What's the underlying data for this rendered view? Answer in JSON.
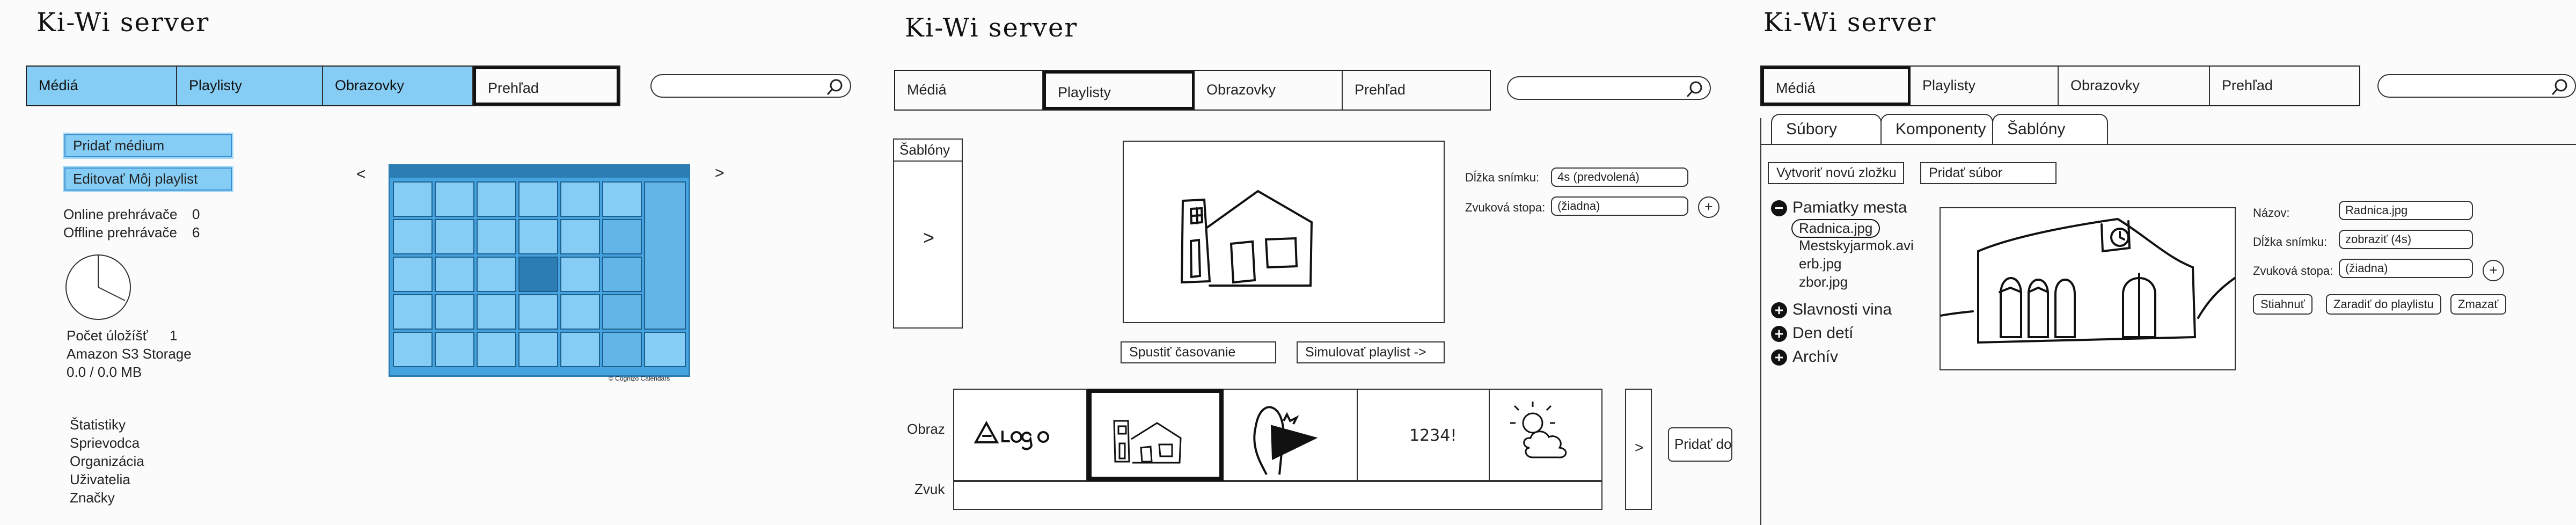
{
  "colors": {
    "accent": "#86cdf5",
    "calendar": "#45a3e0",
    "calendar_dark": "#2d7db5"
  },
  "panel1": {
    "logo": "Ki-Wi server",
    "tabs": [
      "Médiá",
      "Playlisty",
      "Obrazovky",
      "Prehľad"
    ],
    "buttons": [
      "Pridať médium",
      "Editovať Môj playlist"
    ],
    "stats": [
      {
        "label": "Online prehrávače",
        "value": "0"
      },
      {
        "label": "Offline prehrávače",
        "value": "6"
      }
    ],
    "storage": {
      "label": "Počet úložíšť",
      "count": "1",
      "provider": "Amazon S3 Storage",
      "usage": "0.0 / 0.0 MB"
    },
    "links": [
      "Štatistiky",
      "Sprievodca",
      "Organizácia",
      "Uživatelia",
      "Značky"
    ],
    "calendar_nav": {
      "prev": "<",
      "next": ">"
    },
    "calendar_credit": "© Cognizo Calendars"
  },
  "panel2": {
    "logo": "Ki-Wi server",
    "tabs": [
      "Médiá",
      "Playlisty",
      "Obrazovky",
      "Prehľad"
    ],
    "templates_title": "Šablóny",
    "templates_arrow": ">",
    "slide_length_label": "Dĺžka snímku:",
    "slide_length_value": "4s (predvolená)",
    "audio_label": "Zvuková stopa:",
    "audio_value": "(žiadna)",
    "plus": "+",
    "buttons": [
      "Spustiť časovanie",
      "Simulovať playlist ->"
    ],
    "timeline_image_label": "Obraz",
    "timeline_audio_label": "Zvuk",
    "timeline_text_item": "1234!",
    "timeline_arrow": ">",
    "add_button": "Pridať do"
  },
  "panel3": {
    "logo": "Ki-Wi server",
    "tabs": [
      "Médiá",
      "Playlisty",
      "Obrazovky",
      "Prehľad"
    ],
    "subtabs": [
      "Súbory",
      "Komponenty",
      "Šablóny"
    ],
    "buttons": [
      "Vytvoriť novú zložku",
      "Pridať súbor"
    ],
    "tree": {
      "open_folder": "Pamiatky mesta",
      "files": [
        "Radnica.jpg",
        "Mestskyjarmok.avi",
        "erb.jpg",
        "zbor.jpg"
      ],
      "closed_folders": [
        "Slavnosti vina",
        "Den detí",
        "Archív"
      ]
    },
    "details": {
      "name_label": "Názov:",
      "name_value": "Radnica.jpg",
      "length_label": "Dĺžka snímku:",
      "length_value": "zobraziť (4s)",
      "audio_label": "Zvuková stopa:",
      "audio_value": "(žiadna)",
      "plus": "+",
      "actions": [
        "Stiahnuť",
        "Zaradiť do playlistu",
        "Zmazať"
      ]
    }
  }
}
